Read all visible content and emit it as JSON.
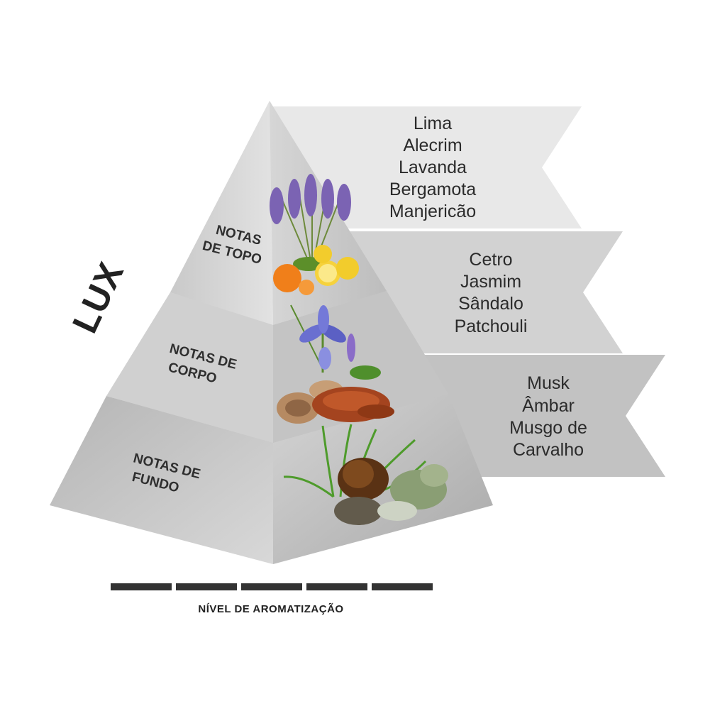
{
  "brand": "LUX",
  "tiers": [
    {
      "label_lines": [
        "NOTAS",
        "DE TOPO"
      ],
      "notes": [
        "Lima",
        "Alecrim",
        "Lavanda",
        "Bergamota",
        "Manjericão"
      ]
    },
    {
      "label_lines": [
        "NOTAS DE",
        "CORPO"
      ],
      "notes": [
        "Cetro",
        "Jasmim",
        "Sândalo",
        "Patchouli"
      ]
    },
    {
      "label_lines": [
        "NOTAS DE",
        "FUNDO"
      ],
      "notes": [
        "Musk",
        "Âmbar",
        "Musgo de",
        "Carvalho"
      ]
    }
  ],
  "aroma_level": {
    "label": "NÍVEL DE AROMATIZAÇÃO",
    "segments": 5,
    "filled": 5
  },
  "colors": {
    "pyramid_light": "#e6e6e6",
    "pyramid_mid": "#cfcfcf",
    "pyramid_dark": "#b3b3b3",
    "text": "#2b2b2b",
    "bar": "#333333"
  }
}
